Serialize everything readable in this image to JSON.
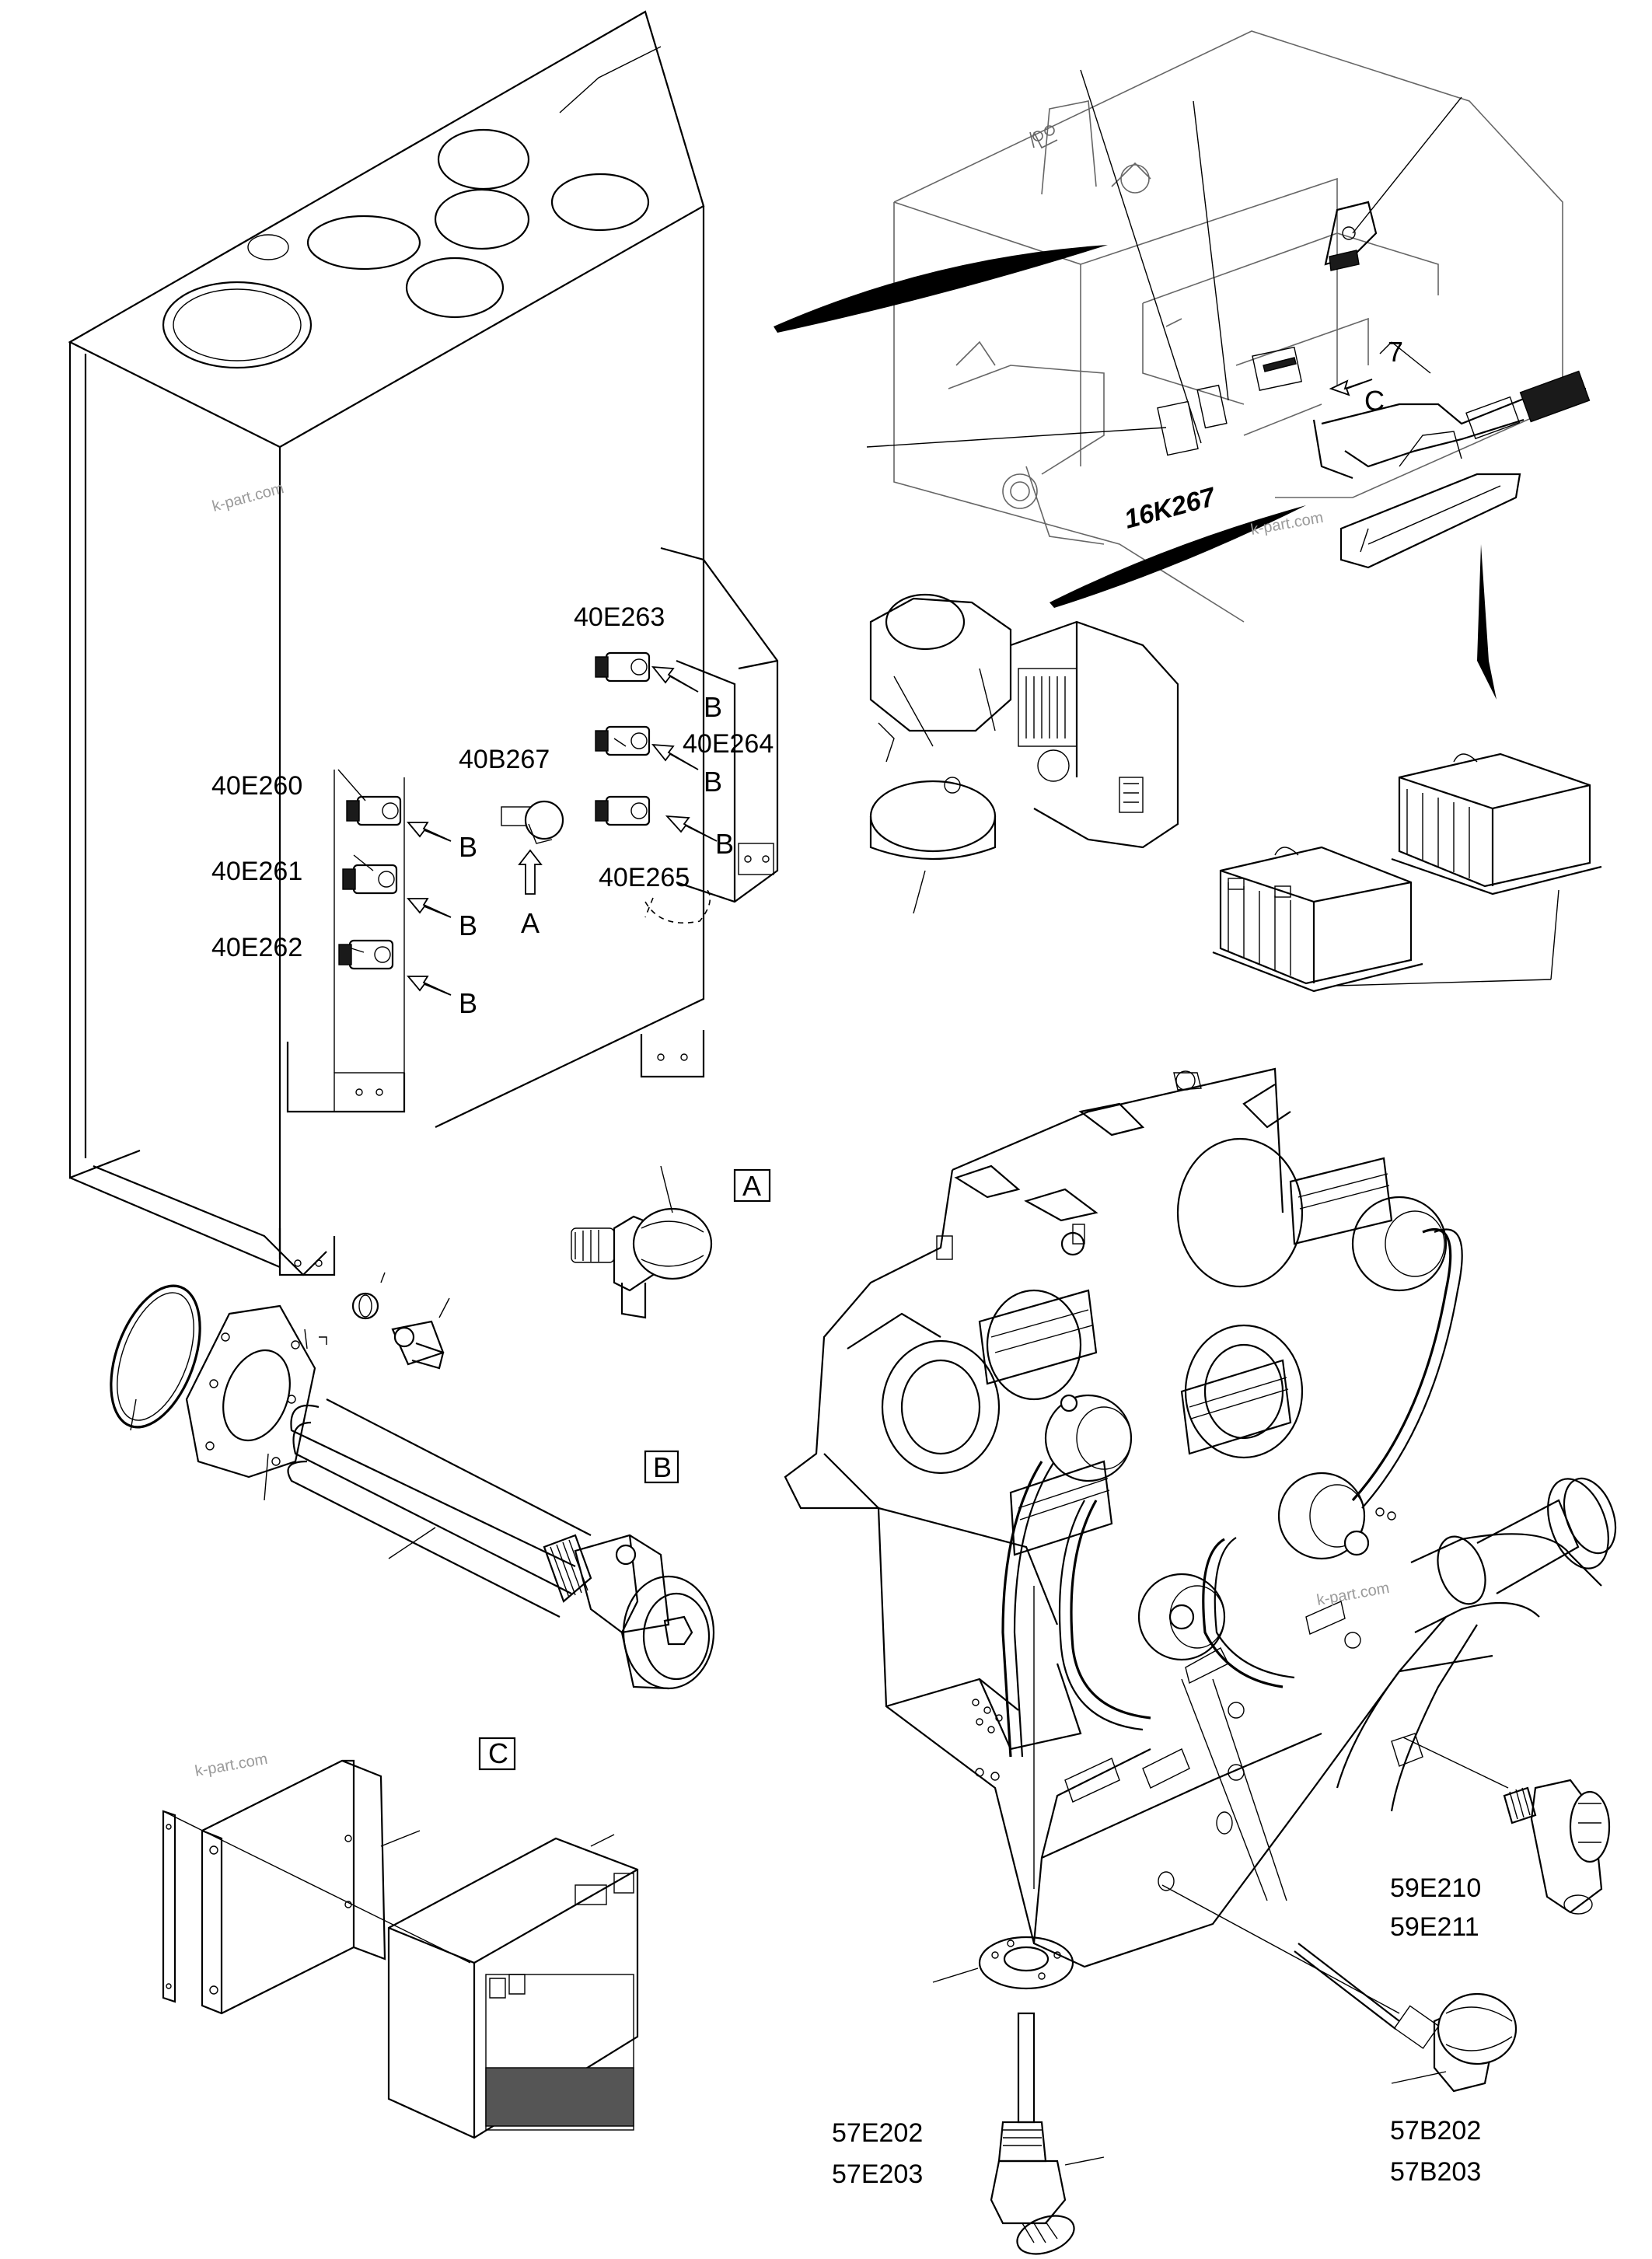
{
  "diagram": {
    "labels": {
      "e263": "40E263",
      "e264": "40E264",
      "b267": "40B267",
      "e260": "40E260",
      "e265": "40E265",
      "e261": "40E261",
      "e262": "40E262",
      "k267": "16K267",
      "e210": "59E210",
      "e211": "59E211",
      "e202": "57E202",
      "e203": "57E203",
      "b202": "57B202",
      "b203": "57B203"
    },
    "arrow_letters": {
      "b": "B",
      "a": "A",
      "c": "C",
      "seven": "7"
    },
    "detail_boxes": {
      "a": "A",
      "b": "B",
      "c": "C"
    },
    "watermark": "k-part.com"
  }
}
